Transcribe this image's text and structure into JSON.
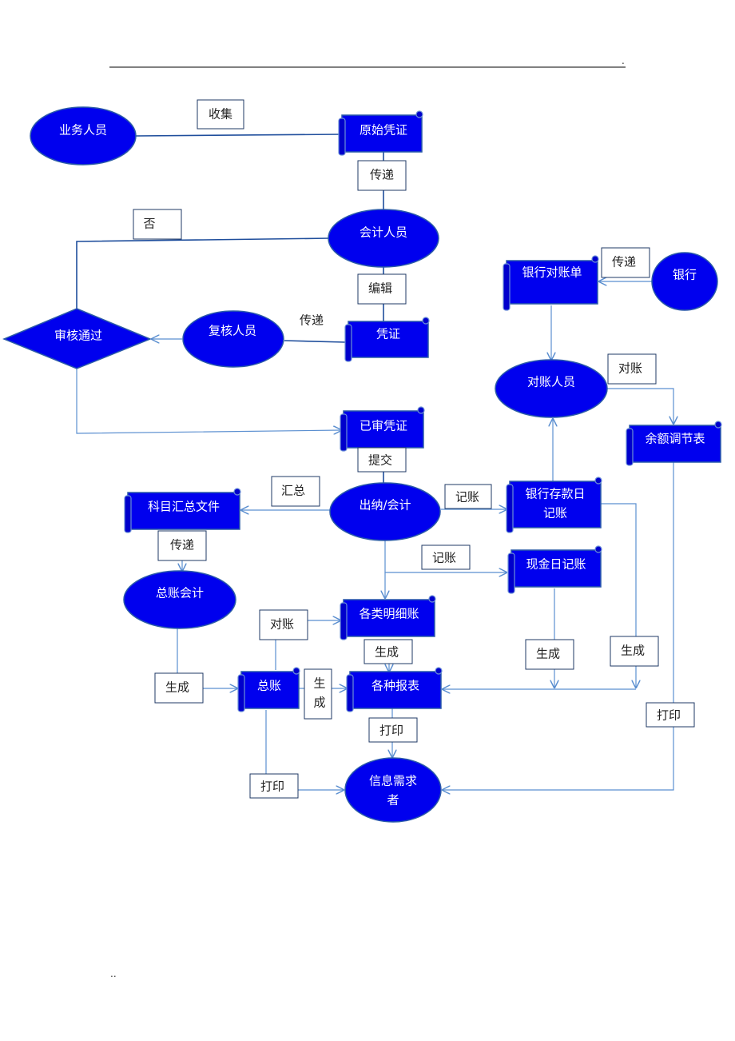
{
  "header": {
    "dot": ".",
    "footer_dots": ".."
  },
  "colors": {
    "node_fill": "#0000ee",
    "line": "#5b8fd0",
    "text": "#ffffff"
  },
  "nodes": {
    "yewu": "业务人员",
    "yuanshi": "原始凭证",
    "kuaiji": "会计人员",
    "shenhe": "审核通过",
    "fuhe": "复核人员",
    "pingzheng": "凭证",
    "yishen": "已审凭证",
    "chuna": "出纳/会计",
    "kemu": "科目汇总文件",
    "zongzhang_kj": "总账会计",
    "mingxi": "各类明细账",
    "zongzhang": "总账",
    "baobiao": "各种报表",
    "xinxi_1": "信息需求",
    "xinxi_2": "者",
    "yinhang": "银行",
    "duizhangdan": "银行对账单",
    "duizhang_ry": "对账人员",
    "yue": "余额调节表",
    "cunkuan_1": "银行存款日",
    "cunkuan_2": "记账",
    "xianjin": "现金日记账"
  },
  "labels": {
    "shouji": "收集",
    "chuandi_1": "传递",
    "fou": "否",
    "bianji": "编辑",
    "chuandi_2": "传递",
    "tijiao": "提交",
    "huizong": "汇总",
    "jizhang_1": "记账",
    "jizhang_2": "记账",
    "chuandi_3": "传递",
    "chuandi_4": "传递",
    "duizhang_1": "对账",
    "duizhang_2": "对账",
    "shengcheng_1": "生成",
    "shengcheng_2a": "生",
    "shengcheng_2b": "成",
    "shengcheng_3": "生成",
    "shengcheng_4": "生成",
    "shengcheng_5": "生成",
    "dayin_1": "打印",
    "dayin_2": "打印",
    "dayin_3": "打印"
  }
}
